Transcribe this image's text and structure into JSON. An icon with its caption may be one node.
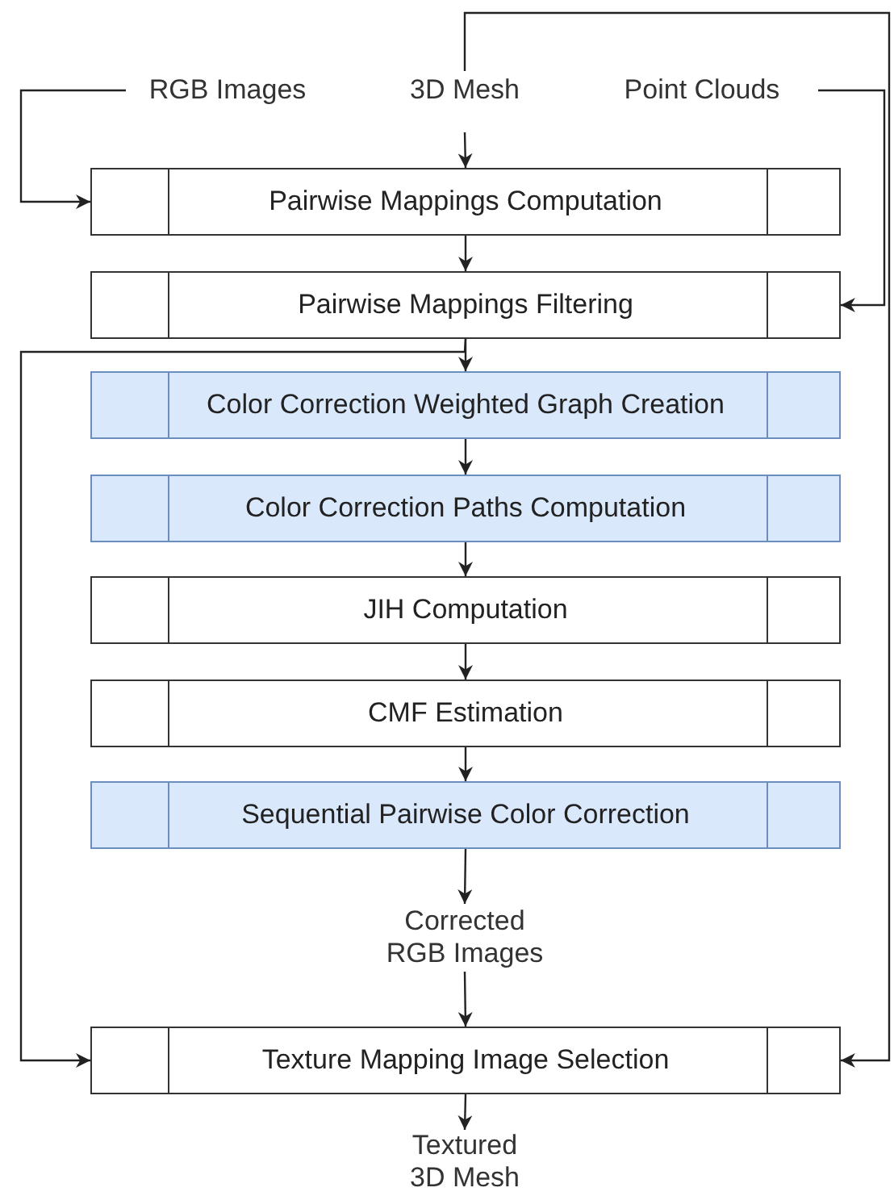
{
  "diagram": {
    "nodes": [
      {
        "text": [
          "RGB Images"
        ]
      },
      {
        "text": [
          "3D Mesh"
        ]
      },
      {
        "text": [
          "Point Clouds"
        ]
      },
      {
        "text": [
          "Pairwise Mappings Computation"
        ]
      },
      {
        "text": [
          "Pairwise Mappings Filtering"
        ]
      },
      {
        "text": [
          "Color Correction Weighted Graph Creation"
        ]
      },
      {
        "text": [
          "Color Correction Paths Computation"
        ]
      },
      {
        "text": [
          "JIH Computation"
        ]
      },
      {
        "text": [
          "CMF Estimation"
        ]
      },
      {
        "text": [
          "Sequential Pairwise Color Correction"
        ]
      },
      {
        "text": [
          "Corrected RGB Images"
        ]
      },
      {
        "text": [
          "Texture Mapping Image Selection"
        ]
      },
      {
        "text": [
          "Textured 3D Mesh"
        ]
      }
    ],
    "edges": [
      {
        "from": 0,
        "to": 3,
        "arrow": "to"
      },
      {
        "from": 1,
        "to": 3,
        "arrow": "to"
      },
      {
        "from": 2,
        "to": 4,
        "arrow": "to"
      },
      {
        "from": 3,
        "to": 4,
        "arrow": "to"
      },
      {
        "from": 4,
        "to": 5,
        "arrow": "to"
      },
      {
        "from": 5,
        "to": 6,
        "arrow": "to"
      },
      {
        "from": 6,
        "to": 7,
        "arrow": "to"
      },
      {
        "from": 7,
        "to": 8,
        "arrow": "to"
      },
      {
        "from": 8,
        "to": 9,
        "arrow": "to"
      },
      {
        "from": 9,
        "to": 10,
        "arrow": "to"
      },
      {
        "from": 10,
        "to": 11,
        "arrow": "to"
      },
      {
        "from": 4,
        "to": 11,
        "arrow": "to"
      },
      {
        "from": 1,
        "to": 11,
        "arrow": "to"
      },
      {
        "from": 11,
        "to": 12,
        "arrow": "to"
      }
    ]
  }
}
